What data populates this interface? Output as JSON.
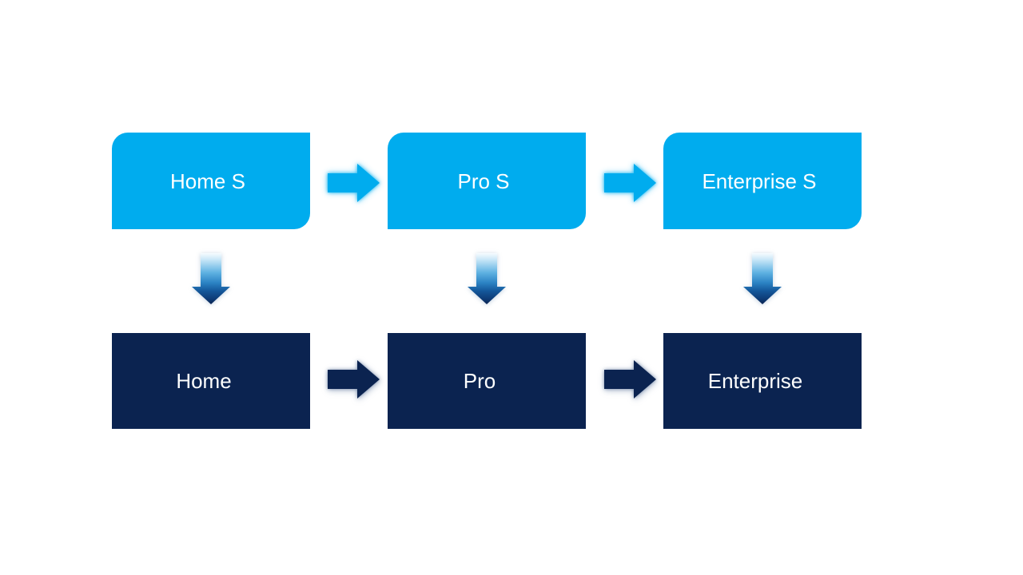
{
  "slide": {
    "background_color": "#FFFFFF",
    "rows": {
      "top": {
        "shape": "round-diagonal-corner-rectangle",
        "fill_color": "#00ACEE",
        "text_color": "#FFFFFF",
        "items": [
          {
            "label": "Home S"
          },
          {
            "label": "Pro S"
          },
          {
            "label": "Enterprise S"
          }
        ]
      },
      "bottom": {
        "shape": "rectangle",
        "fill_color": "#0B2350",
        "text_color": "#FFFFFF",
        "items": [
          {
            "label": "Home"
          },
          {
            "label": "Pro"
          },
          {
            "label": "Enterprise"
          }
        ]
      }
    },
    "arrows": {
      "top_right_arrow_color": "#00ACEE",
      "bottom_right_arrow_color": "#0B2350",
      "down_arrow_gradient": [
        "#F7FBFE",
        "#CBE8F8",
        "#5FB2E2",
        "#2B83C4",
        "#14579A",
        "#0B2350"
      ]
    }
  }
}
